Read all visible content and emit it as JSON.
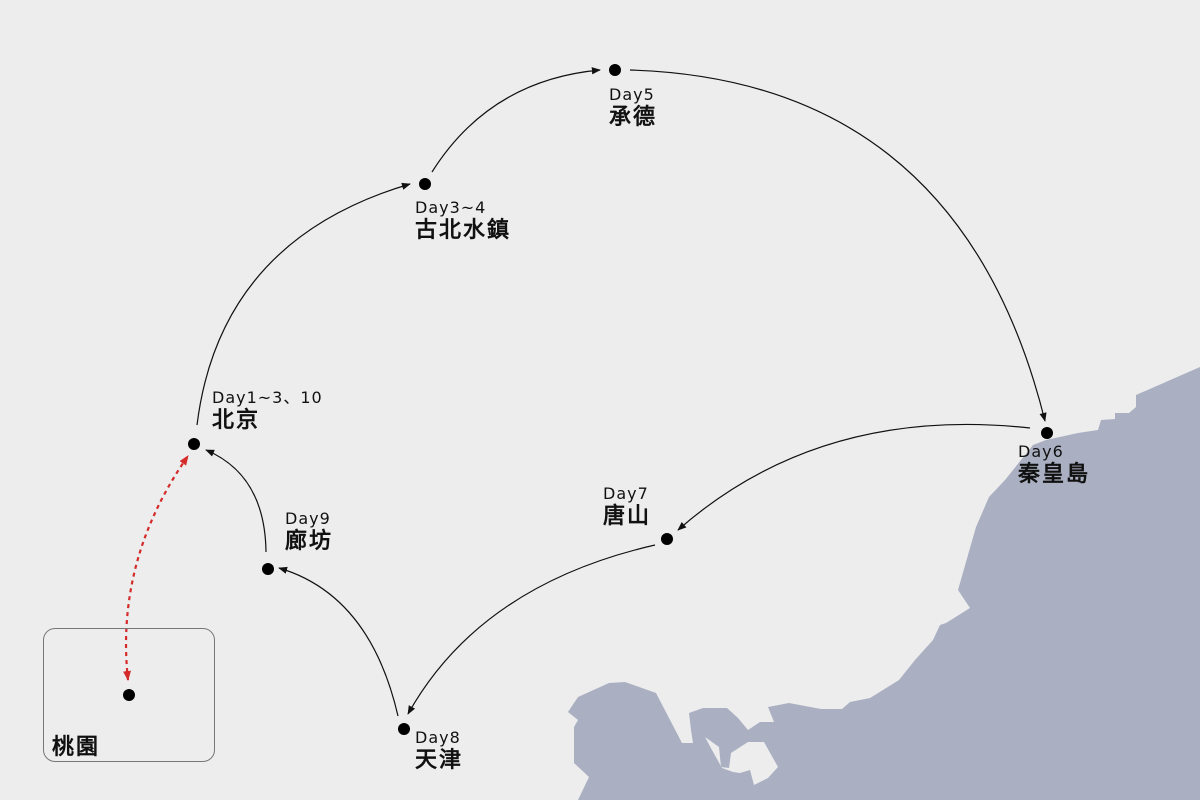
{
  "colors": {
    "background": "#ededed",
    "sea": "#aab0c2",
    "route": "#111111",
    "flight": "#d42a2a"
  },
  "stops": [
    {
      "id": "beijing",
      "day": "Day1~3、10",
      "name": "北京"
    },
    {
      "id": "gubei",
      "day": "Day3~4",
      "name": "古北水鎮"
    },
    {
      "id": "chengde",
      "day": "Day5",
      "name": "承德"
    },
    {
      "id": "qinhuangdao",
      "day": "Day6",
      "name": "秦皇島"
    },
    {
      "id": "tangshan",
      "day": "Day7",
      "name": "唐山"
    },
    {
      "id": "tianjin",
      "day": "Day8",
      "name": "天津"
    },
    {
      "id": "langfang",
      "day": "Day9",
      "name": "廊坊"
    }
  ],
  "origin": {
    "name": "桃園"
  }
}
